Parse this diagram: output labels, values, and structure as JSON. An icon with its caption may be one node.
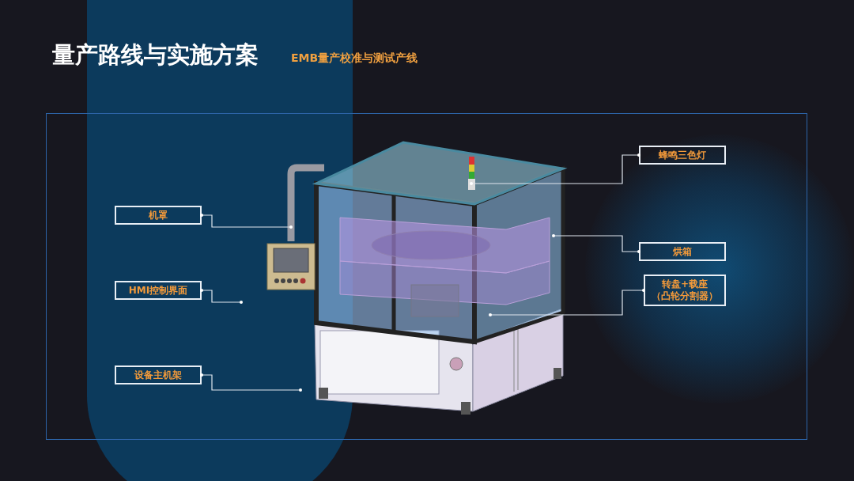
{
  "diagram": {
    "title": "量产路线与实施方案",
    "caption": "EMB量产校准与测试产线",
    "nodes": [
      {
        "text": [
          "机罩"
        ]
      },
      {
        "text": [
          "HMI控制界面"
        ]
      },
      {
        "text": [
          "设备主机架"
        ]
      },
      {
        "text": [
          "蜂鸣三色灯"
        ]
      },
      {
        "text": [
          "烘箱"
        ]
      },
      {
        "text": [
          "转盘+载座（凸轮分割器）"
        ]
      },
      {
        "text": [],
        "shape": "picture"
      }
    ],
    "edges": [
      {
        "from": 0,
        "to": 6,
        "arrow": "other"
      },
      {
        "from": 1,
        "to": null,
        "arrow": "other"
      },
      {
        "from": 2,
        "to": 6,
        "arrow": "other"
      },
      {
        "from": 3,
        "to": 6,
        "arrow": "other"
      },
      {
        "from": 4,
        "to": 6,
        "arrow": "other"
      },
      {
        "from": 5,
        "to": 6,
        "arrow": "other"
      }
    ]
  }
}
